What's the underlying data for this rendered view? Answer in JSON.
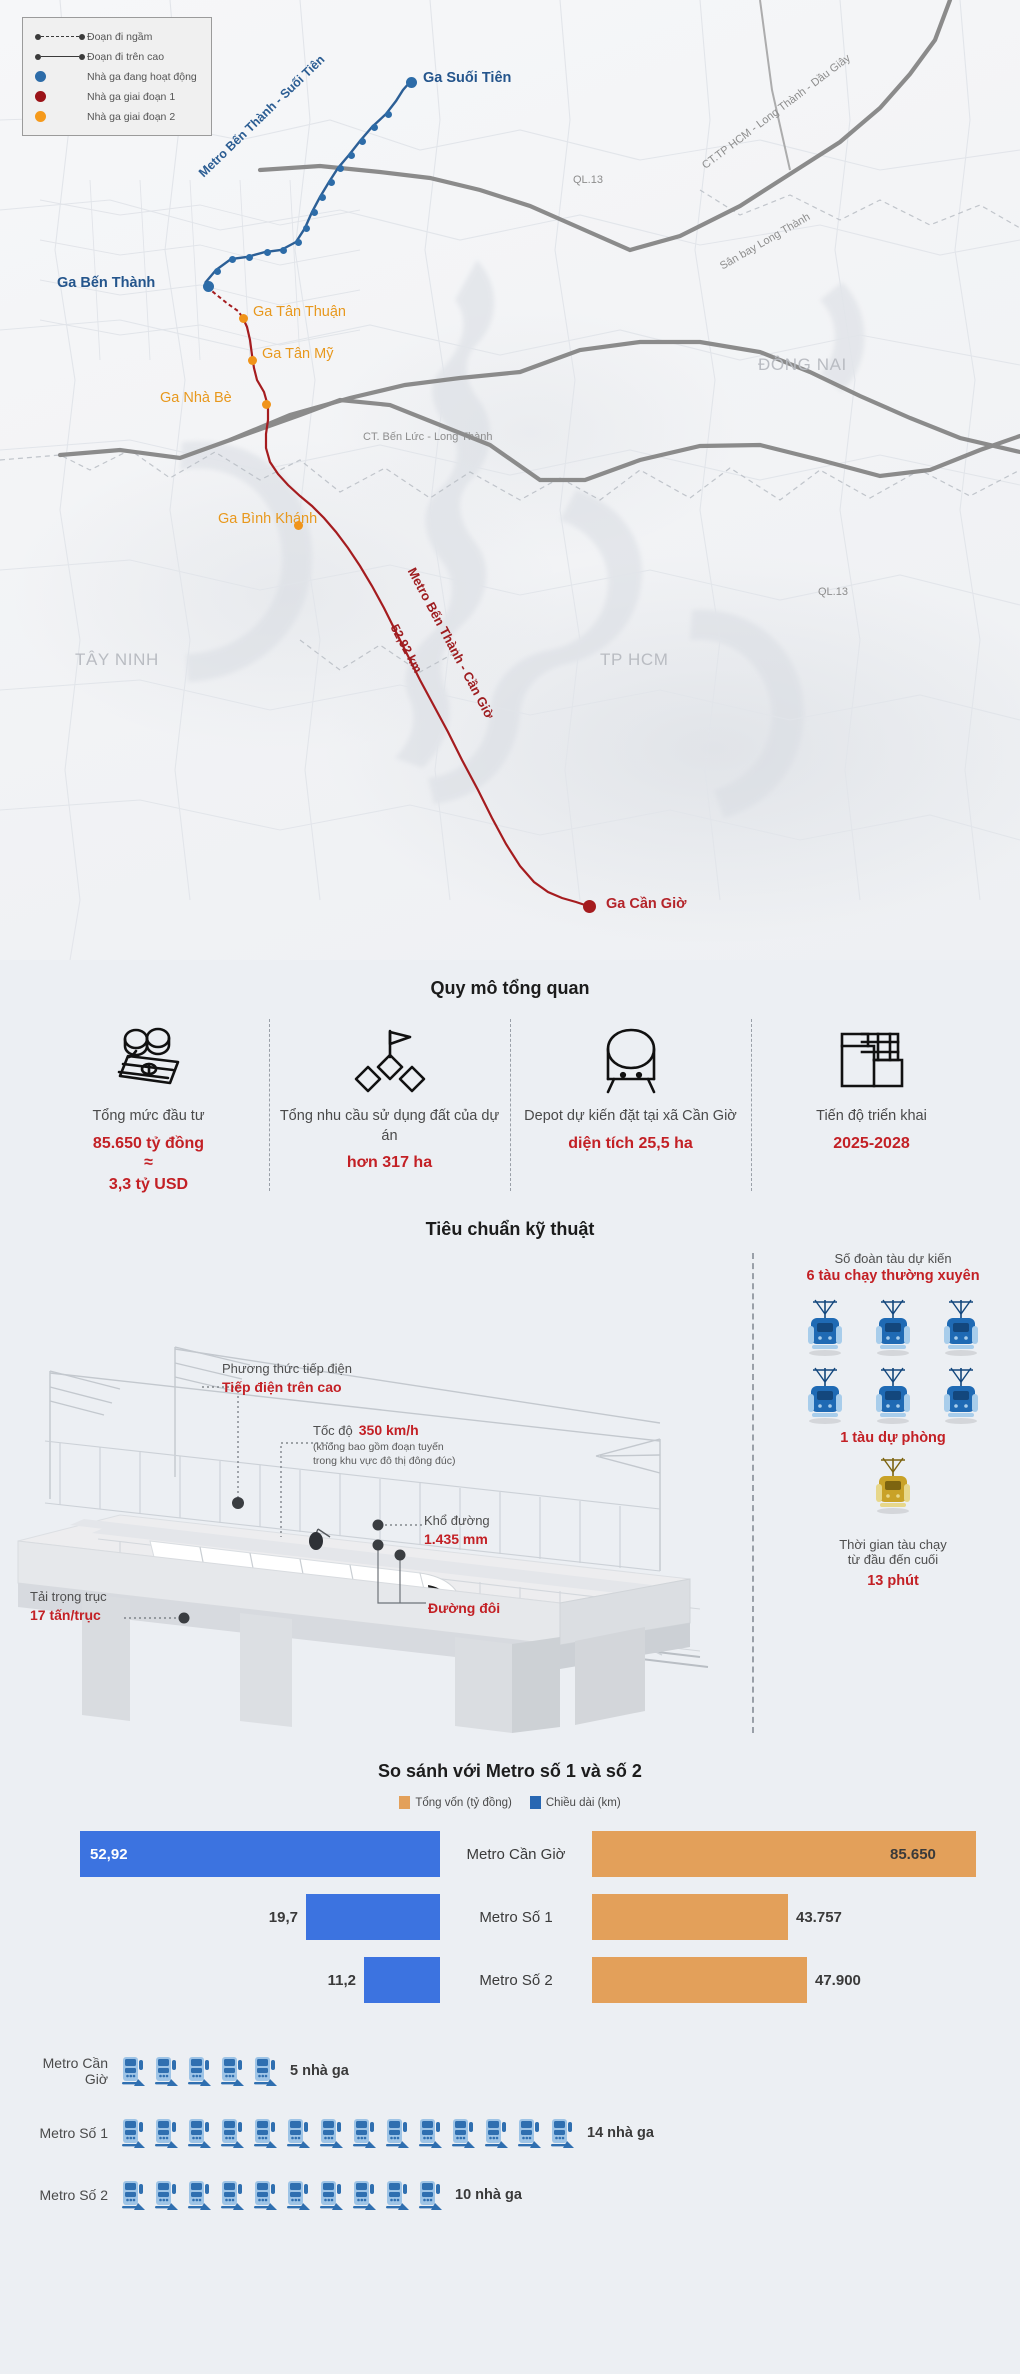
{
  "map": {
    "legend": {
      "items": [
        {
          "key": "dashed-line",
          "label": "Đoạn đi ngầm"
        },
        {
          "key": "solid-line",
          "label": "Đoạn đi trên cao"
        },
        {
          "key": "blue-dot",
          "label": "Nhà ga đang hoạt động"
        },
        {
          "key": "red-dot",
          "label": "Nhà ga giai đoạn 1"
        },
        {
          "key": "orange-dot",
          "label": "Nhà ga giai đoạn 2"
        }
      ]
    },
    "stations": [
      {
        "name": "Ga Suối Tiên",
        "type": "blue"
      },
      {
        "name": "Ga Bến Thành",
        "type": "blue"
      },
      {
        "name": "Ga Tân Thuận",
        "type": "orange"
      },
      {
        "name": "Ga Tân Mỹ",
        "type": "orange"
      },
      {
        "name": "Ga Nhà Bè",
        "type": "orange"
      },
      {
        "name": "Ga Bình Khánh",
        "type": "orange"
      },
      {
        "name": "Ga Cần Giờ",
        "type": "red"
      }
    ],
    "lines": [
      {
        "name": "Metro Bến Thành - Suối Tiên",
        "color": "#2b5d93"
      },
      {
        "name": "Metro Bến Thành - Cần Giờ",
        "color": "#9e1d20"
      }
    ],
    "line_length": "52,92 km",
    "roads": [
      "QL.13",
      "QL.13",
      "CT.TP HCM - Long Thành - Dầu Giây",
      "Sân bay Long Thành",
      "CT. Bến Lức - Long Thành"
    ],
    "provinces": [
      "TÂY NINH",
      "TP HCM",
      "ĐỒNG NAI"
    ]
  },
  "overview": {
    "title": "Quy mô tổng quan",
    "cells": [
      {
        "icon": "money-icon",
        "label": "Tổng mức đầu tư",
        "value": "85.650 tỷ đồng",
        "approx": "≈",
        "value2": "3,3 tỷ USD"
      },
      {
        "icon": "land-flag-icon",
        "label": "Tổng nhu cầu sử dụng đất của dự án",
        "value": "hơn 317 ha"
      },
      {
        "icon": "depot-train-icon",
        "label": "Depot dự kiến đặt tại xã Cần Giờ",
        "value": "diện tích 25,5 ha"
      },
      {
        "icon": "calendar-schedule-icon",
        "label": "Tiến độ triển khai",
        "value": "2025-2028"
      }
    ]
  },
  "tech": {
    "title": "Tiêu chuẩn kỹ thuật",
    "callouts": [
      {
        "label": "Phương thức tiếp điện",
        "value": "Tiếp điện trên cao"
      },
      {
        "label": "Tốc độ",
        "value": "350 km/h",
        "sub1": "(không bao gồm đoạn tuyến",
        "sub2": "trong khu vực đô thị đông đúc)"
      },
      {
        "label": "Khổ đường",
        "value": "1.435 mm"
      },
      {
        "label": "",
        "value": "Đường đôi"
      },
      {
        "label": "Tải trọng trục",
        "value": "17 tấn/trục"
      }
    ],
    "trains": {
      "label": "Số đoàn tàu dự kiến",
      "value": "6 tàu chạy thường xuyên",
      "regular_count": 6,
      "spare_label": "1 tàu dự phòng",
      "spare_count": 1,
      "time_label_1": "Thời gian tàu chạy",
      "time_label_2": "từ đầu đến cuối",
      "time_value": "13 phút"
    }
  },
  "compare": {
    "title": "So sánh với Metro số 1 và số 2",
    "legend": [
      {
        "color": "#e3a05a",
        "label": "Tổng vốn (tỷ đồng)"
      },
      {
        "color": "#2867b2",
        "label": "Chiều dài (km)"
      }
    ]
  },
  "stations_section": {
    "rows": [
      {
        "name": "Metro Cần Giờ",
        "count": 5,
        "count_label": "5 nhà ga"
      },
      {
        "name": "Metro Số 1",
        "count": 14,
        "count_label": "14 nhà ga"
      },
      {
        "name": "Metro Số 2",
        "count": 10,
        "count_label": "10 nhà ga"
      }
    ]
  },
  "chart_data": {
    "type": "bar",
    "title": "So sánh với Metro số 1 và số 2",
    "categories": [
      "Metro Cần Giờ",
      "Metro Số 1",
      "Metro Số 2"
    ],
    "series": [
      {
        "name": "Chiều dài (km)",
        "color": "#2867b2",
        "values": [
          52.92,
          19.7,
          11.2
        ],
        "labels": [
          "52,92",
          "19,7",
          "11,2"
        ],
        "direction": "left",
        "max": 52.92
      },
      {
        "name": "Tổng vốn (tỷ đồng)",
        "color": "#e3a05a",
        "values": [
          85650,
          43757,
          47900
        ],
        "labels": [
          "85.650",
          "43.757",
          "47.900"
        ],
        "direction": "right",
        "max": 85650
      }
    ],
    "xlabel": "",
    "ylabel": "",
    "grid": false,
    "legend_position": "top"
  }
}
